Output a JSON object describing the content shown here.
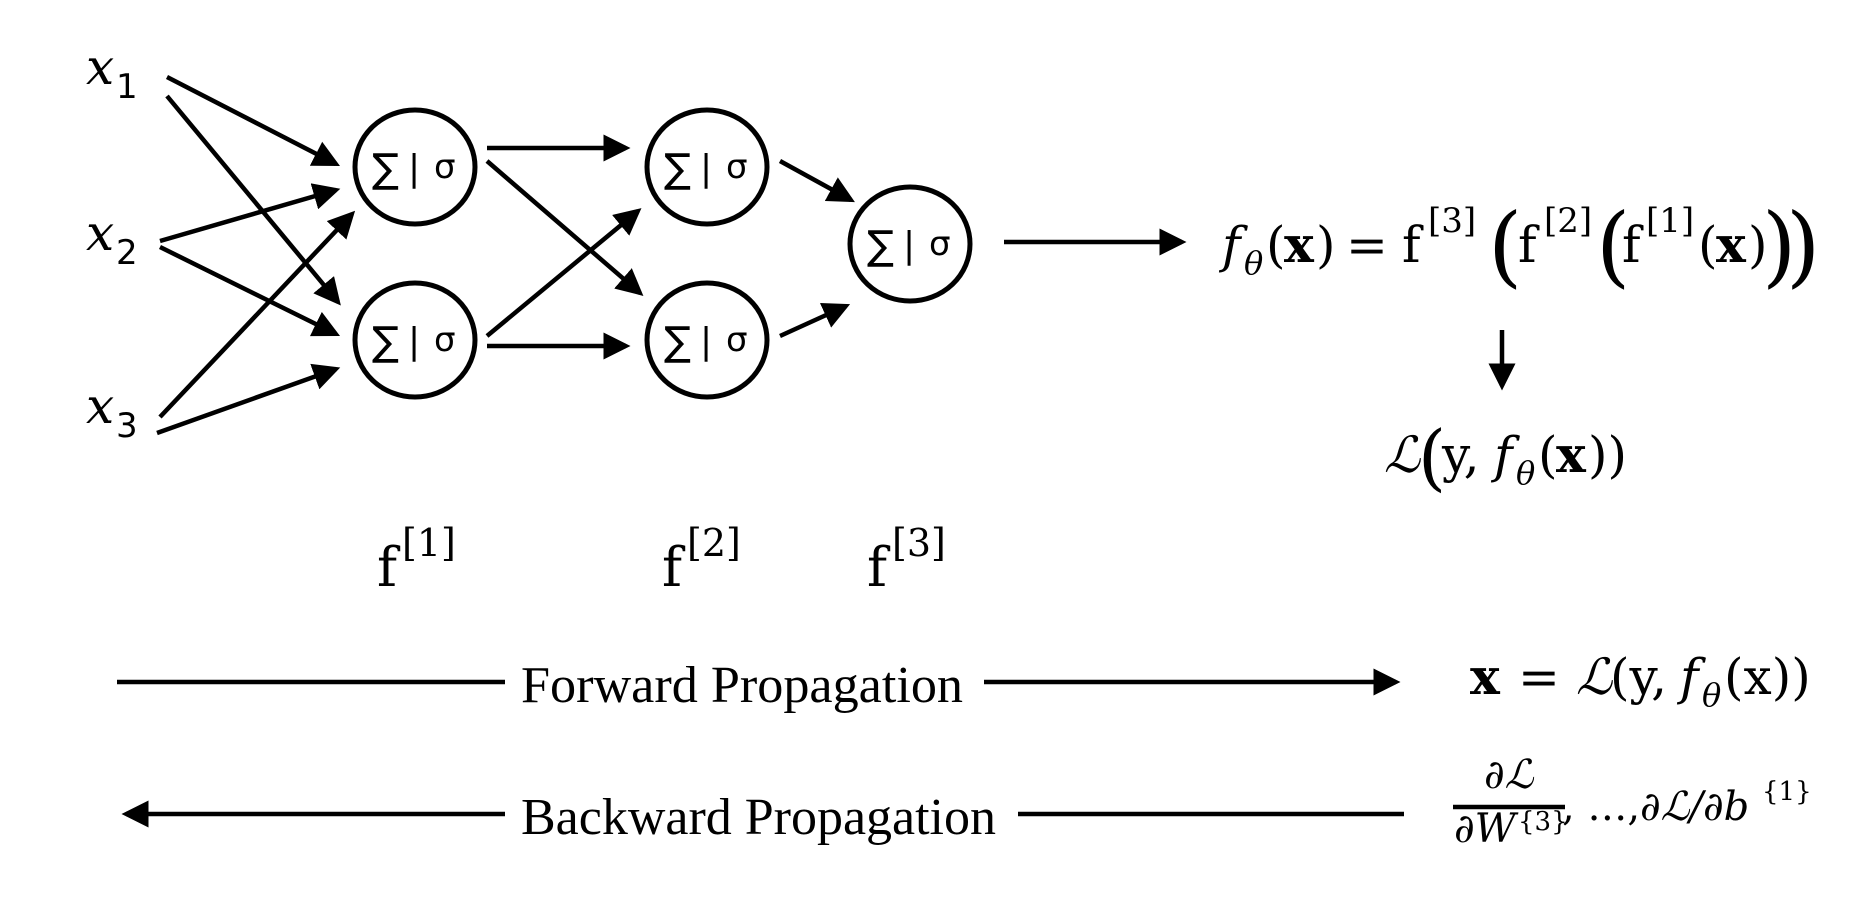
{
  "inputs": [
    {
      "var": "x",
      "sub": "1"
    },
    {
      "var": "x",
      "sub": "2"
    },
    {
      "var": "x",
      "sub": "3"
    }
  ],
  "neuron": {
    "sum_symbol": "∑",
    "separator": "|",
    "activation_symbol": "σ"
  },
  "layers": [
    {
      "base": "f",
      "index": "[1]"
    },
    {
      "base": "f",
      "index": "[2]"
    },
    {
      "base": "f",
      "index": "[3]"
    }
  ],
  "model_equation": {
    "lhs_f": "f",
    "lhs_sub": "θ",
    "lhs_arg": "(",
    "lhs_x": "x",
    "lhs_close": ")",
    "equals": "=",
    "f3": "f",
    "f3_idx": "[3]",
    "f2": "f",
    "f2_idx": "[2]",
    "f1": "f",
    "f1_idx": "[1]",
    "inner_open": "(",
    "inner_x": "x",
    "inner_close": ")",
    "big_open": "(",
    "big_close": ")"
  },
  "loss_expression": {
    "L": "ℒ",
    "open": "(",
    "y": "y,",
    "f": "f",
    "sub": "θ",
    "arg_open": "(",
    "x": "x",
    "arg_close": "))"
  },
  "forward": {
    "label": "Forward Propagation",
    "result_lhs": "x",
    "result_eq": "=",
    "result_L": "ℒ",
    "result_rest": "(y, ",
    "result_f": "f",
    "result_sub": "θ",
    "result_arg": "(x))"
  },
  "backward": {
    "label": "Backward Propagation",
    "frac_numerator": "∂ℒ",
    "frac_denominator": "∂W",
    "frac_denominator_sup": "{3}",
    "ellipsis": ", …, ",
    "tail": "∂ℒ/∂b",
    "tail_sup": "{1}"
  }
}
